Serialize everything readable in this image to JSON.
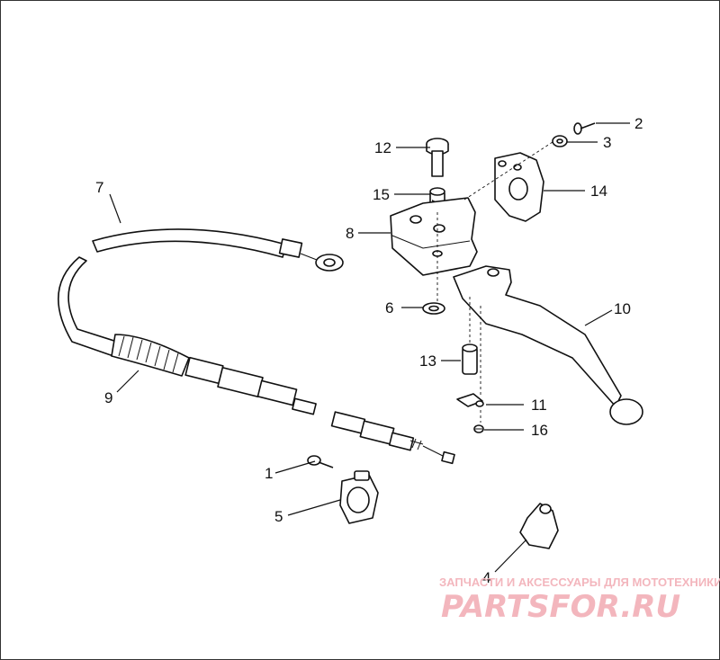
{
  "diagram": {
    "callouts": {
      "c1": "1",
      "c2": "2",
      "c3": "3",
      "c4": "4",
      "c5": "5",
      "c6": "6",
      "c7": "7",
      "c8": "8",
      "c9": "9",
      "c10": "10",
      "c11": "11",
      "c12": "12",
      "c13": "13",
      "c14": "14",
      "c15": "15",
      "c16": "16"
    }
  },
  "watermark": {
    "tagline": "ЗАПЧАСТИ И АКСЕССУАРЫ ДЛЯ МОТОТЕХНИКИ",
    "logo": "PARTSFOR.RU",
    "color": "#f3b6bd"
  }
}
